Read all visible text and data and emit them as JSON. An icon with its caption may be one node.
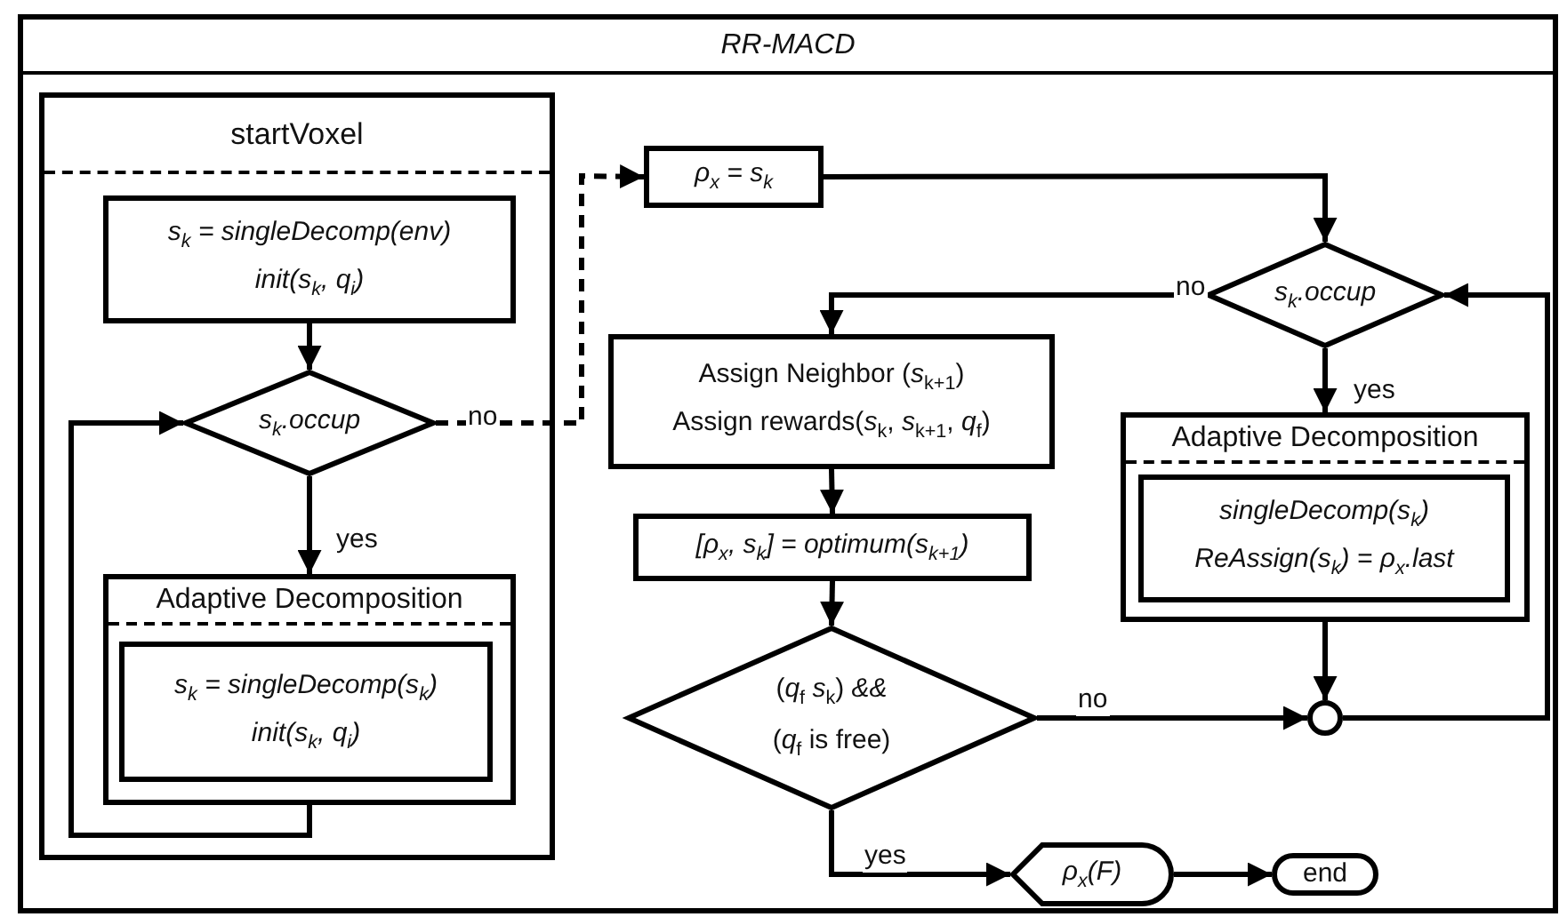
{
  "diagram": {
    "nodes": [
      {
        "text": [
          "RR-MACD"
        ]
      },
      {
        "text": [
          "startVoxel"
        ],
        "in": 0
      },
      {
        "text": [
          "s$_{k}$ = singleDecomp(env)",
          "init(s$_{k}$, q$_{i}$)"
        ],
        "in": 1
      },
      {
        "text": [
          "s$_{k}$.occup"
        ],
        "in": 1
      },
      {
        "text": [
          "Adaptive Decomposition"
        ],
        "in": 1
      },
      {
        "text": [
          "s$_{k}$ = singleDecomp(s$_{k}$)",
          "init(s$_{k}$, q$_{i}$)"
        ],
        "in": 4
      },
      {
        "text": [
          "ρ$_{x}$ = s$_{k}$"
        ],
        "in": 0
      },
      {
        "text": [
          "s$_{k}$.occup"
        ],
        "in": 0
      },
      {
        "text": [
          "Assign Neighbor (*s*$_{k+1}$)",
          "Assign rewards(*s*$_{k}$, *s*$_{k+1}$, *q*$_{f}$)"
        ],
        "in": 0
      },
      {
        "text": [
          "[ρ$_{x}$, s$_{k}$] = optimum(s$_{k+1}$)"
        ],
        "in": 0
      },
      {
        "text": [
          "Adaptive Decomposition"
        ],
        "in": 0
      },
      {
        "text": [
          "singleDecomp(s$_{k}$)",
          "ReAssign(s$_{k}$) = ρ$_{x}$.last"
        ],
        "in": 10
      },
      {
        "text": [
          "(*q*$_{f}$ *s*$_{k}$) *&&*",
          "(*q*$_{f}$ is free)"
        ],
        "in": 0
      },
      {
        "text": [],
        "shape": "circle",
        "in": 0
      },
      {
        "text": [
          "ρ$_{x}$(F)"
        ],
        "in": 0
      },
      {
        "text": [
          "end"
        ],
        "in": 0
      }
    ],
    "edges": [
      {
        "from": 2,
        "to": 3,
        "arrow": "to"
      },
      {
        "from": 3,
        "to": 4,
        "arrow": "to",
        "label": "yes"
      },
      {
        "from": 4,
        "to": 3,
        "arrow": "to"
      },
      {
        "from": 3,
        "to": 6,
        "arrow": "to",
        "label": "no",
        "style": "dashed"
      },
      {
        "from": 6,
        "to": 7,
        "arrow": "to"
      },
      {
        "from": 7,
        "to": 8,
        "arrow": "to",
        "label": "no"
      },
      {
        "from": 7,
        "to": 10,
        "arrow": "to",
        "label": "yes"
      },
      {
        "from": 8,
        "to": 9,
        "arrow": "to"
      },
      {
        "from": 9,
        "to": 12,
        "arrow": "to"
      },
      {
        "from": 12,
        "to": 13,
        "arrow": "to",
        "label": "no"
      },
      {
        "from": 10,
        "to": 13,
        "arrow": "to"
      },
      {
        "from": 13,
        "to": 7,
        "arrow": "to"
      },
      {
        "from": 12,
        "to": 14,
        "arrow": "to",
        "label": "yes"
      },
      {
        "from": 14,
        "to": 15,
        "arrow": "to"
      }
    ]
  }
}
